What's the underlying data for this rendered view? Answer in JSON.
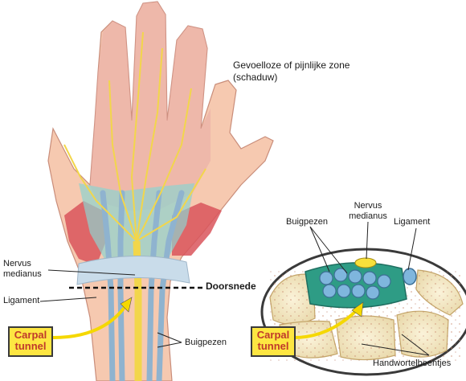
{
  "labels": {
    "numb_zone": "Gevoelloze of pijnlijke zone (schaduw)",
    "nervus_medianus_left_1": "Nervus",
    "nervus_medianus_left_2": "medianus",
    "ligament_left": "Ligament",
    "cross_section": "Doorsnede",
    "flexor_tendons_left": "Buigpezen",
    "carpal_tunnel_left_1": "Carpal",
    "carpal_tunnel_left_2": "tunnel",
    "flexor_tendons_right": "Buigpezen",
    "nervus_medianus_right_1": "Nervus",
    "nervus_medianus_right_2": "medianus",
    "ligament_right": "Ligament",
    "carpal_tunnel_right_1": "Carpal",
    "carpal_tunnel_right_2": "tunnel",
    "carpal_bones": "Handwortelbeentjes"
  },
  "colors": {
    "skin": "#f6c9b0",
    "skin_shade": "#e8a9a6",
    "nerve": "#f2d64b",
    "tendon": "#8fb3cf",
    "sheath": "#8fd3cf",
    "muscle": "#d9555c",
    "bone": "#f3e9c8",
    "tag_fill": "#fde642",
    "tag_text": "#c0392b"
  }
}
